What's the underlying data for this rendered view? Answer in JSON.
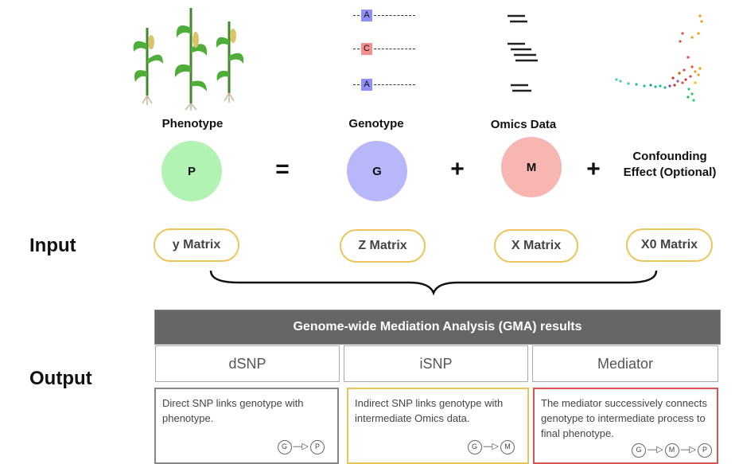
{
  "columns": {
    "phenotype": {
      "title": "Phenotype",
      "symbol": "P",
      "color": "#b2f2b2"
    },
    "genotype": {
      "title": "Genotype",
      "symbol": "G",
      "color": "#b7b7f9"
    },
    "omics": {
      "title": "Omics Data",
      "symbol": "M",
      "color": "#f8b6b2"
    },
    "confounding": {
      "title_line1": "Confounding",
      "title_line2": "Effect (Optional)"
    }
  },
  "operators": {
    "equals": "=",
    "plus1": "+",
    "plus2": "+"
  },
  "genotype_bases": [
    {
      "base": "A",
      "color": "#8f8ff5"
    },
    {
      "base": "C",
      "color": "#f48f8f"
    },
    {
      "base": "A",
      "color": "#8f8ff5"
    }
  ],
  "input": {
    "label": "Input",
    "matrices": [
      "y Matrix",
      "Z Matrix",
      "X Matrix",
      "X0 Matrix"
    ]
  },
  "output": {
    "label": "Output",
    "results_title": "Genome-wide Mediation Analysis (GMA) results",
    "categories": [
      {
        "name": "dSNP",
        "description": "Direct SNP links genotype with phenotype.",
        "border": "#888888",
        "path": [
          "G",
          "P"
        ]
      },
      {
        "name": "iSNP",
        "description": "Indirect SNP links genotype with intermediate Omics data.",
        "border": "#ecc45a",
        "path": [
          "G",
          "M"
        ]
      },
      {
        "name": "Mediator",
        "description": "The mediator successively connects genotype to intermediate process to final phenotype.",
        "border": "#d9534f",
        "path": [
          "G",
          "M",
          "P"
        ]
      }
    ]
  }
}
